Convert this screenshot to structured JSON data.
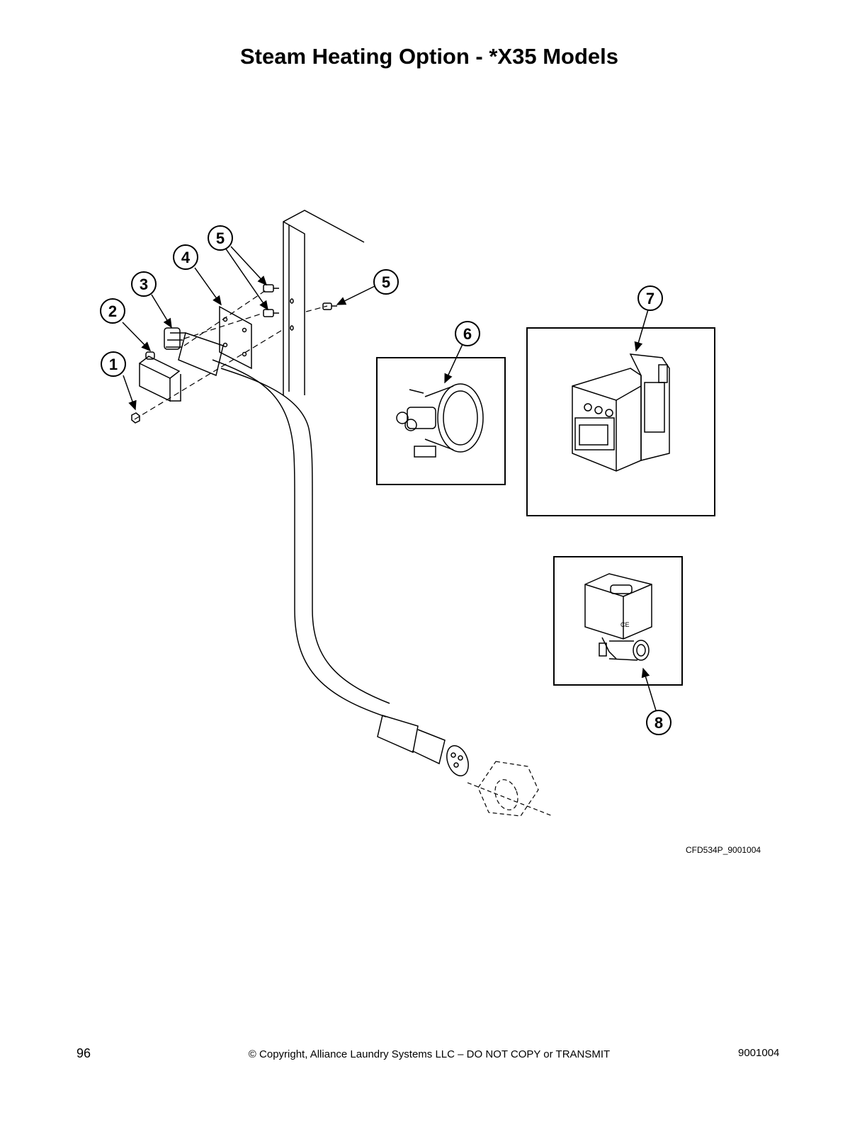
{
  "page": {
    "title": "Steam Heating Option - *X35 Models",
    "figure_code": "CFD534P_9001004",
    "page_number": "96",
    "copyright": "© Copyright, Alliance Laundry Systems LLC – DO NOT COPY or TRANSMIT",
    "doc_number": "9001004"
  },
  "callouts": {
    "c1": "1",
    "c2": "2",
    "c3": "3",
    "c4": "4",
    "c5a": "5",
    "c5b": "5",
    "c6": "6",
    "c7": "7",
    "c8": "8"
  }
}
